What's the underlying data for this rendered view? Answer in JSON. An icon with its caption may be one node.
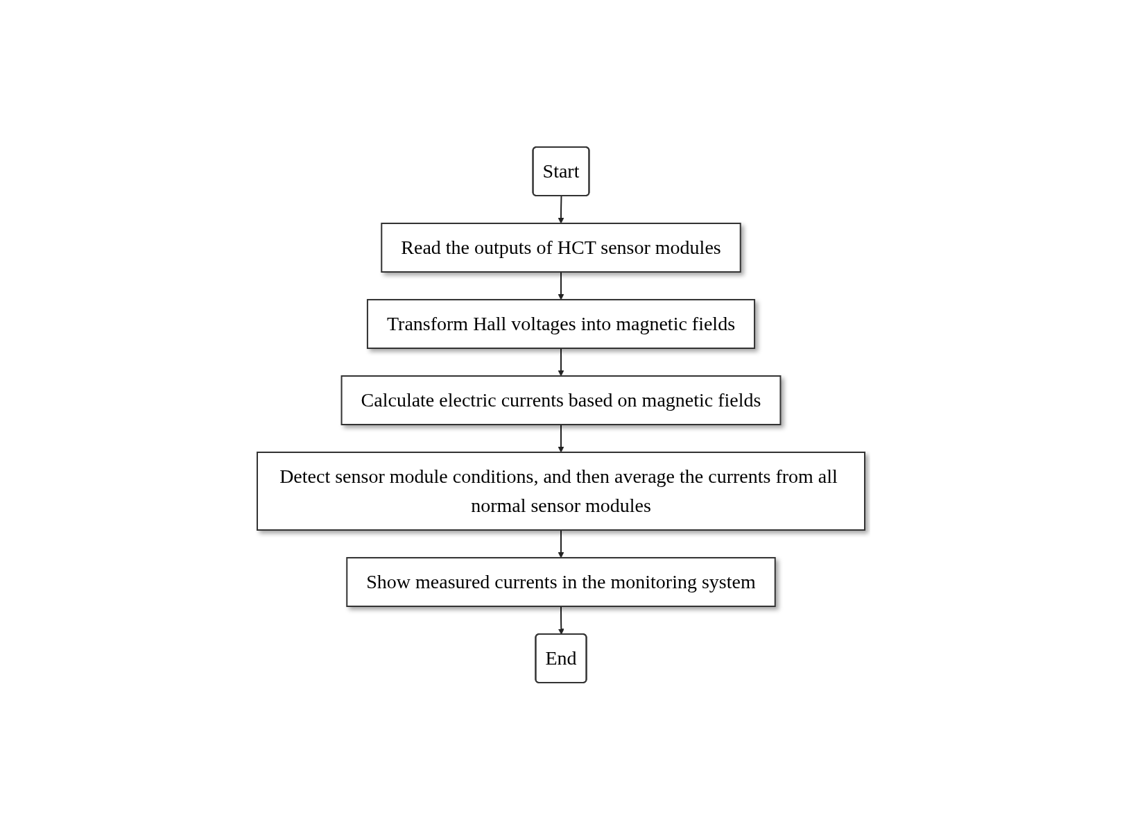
{
  "diagram": {
    "nodes": [
      {
        "text": [
          "Start"
        ]
      },
      {
        "text": [
          "Read the outputs of HCT sensor modules"
        ]
      },
      {
        "text": [
          "Transform Hall voltages into magnetic fields"
        ]
      },
      {
        "text": [
          "Calculate electric currents based on magnetic fields"
        ]
      },
      {
        "text": [
          "Detect sensor module conditions, and then average the currents from all normal sensor modules"
        ]
      },
      {
        "text": [
          "Show measured currents in the monitoring system"
        ]
      },
      {
        "text": [
          "End"
        ]
      }
    ],
    "edges": [
      {
        "from": 0,
        "to": 1,
        "arrow": "to"
      },
      {
        "from": 1,
        "to": 2,
        "arrow": "to"
      },
      {
        "from": 2,
        "to": 3,
        "arrow": "to"
      },
      {
        "from": 3,
        "to": 4,
        "arrow": "to"
      },
      {
        "from": 4,
        "to": 5,
        "arrow": "to"
      },
      {
        "from": 5,
        "to": 6,
        "arrow": "to"
      }
    ]
  }
}
